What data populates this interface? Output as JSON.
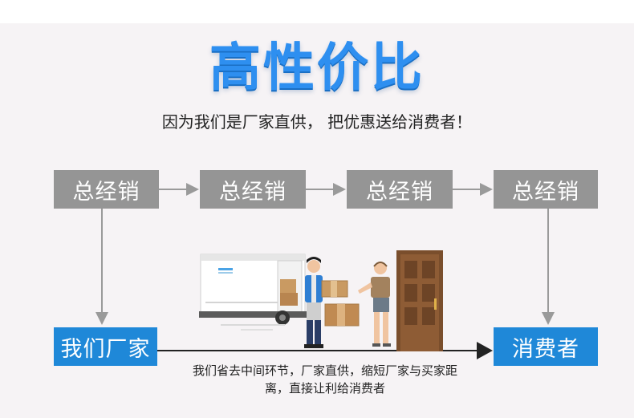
{
  "headline": "高性价比",
  "subtitle": "因为我们是厂家直供， 把优惠送给消费者！",
  "chain": {
    "distributors": [
      "总经销",
      "总经销",
      "总经销",
      "总经销"
    ]
  },
  "factory_label": "我们厂家",
  "consumer_label": "消费者",
  "caption_line1": "我们省去中间环节，厂家直供，缩短厂家与买家距",
  "caption_line2": "离，直接让利给消费者",
  "colors": {
    "accent_blue": "#2e8ff0",
    "box_blue": "#1f88d8",
    "box_gray": "#959595"
  }
}
